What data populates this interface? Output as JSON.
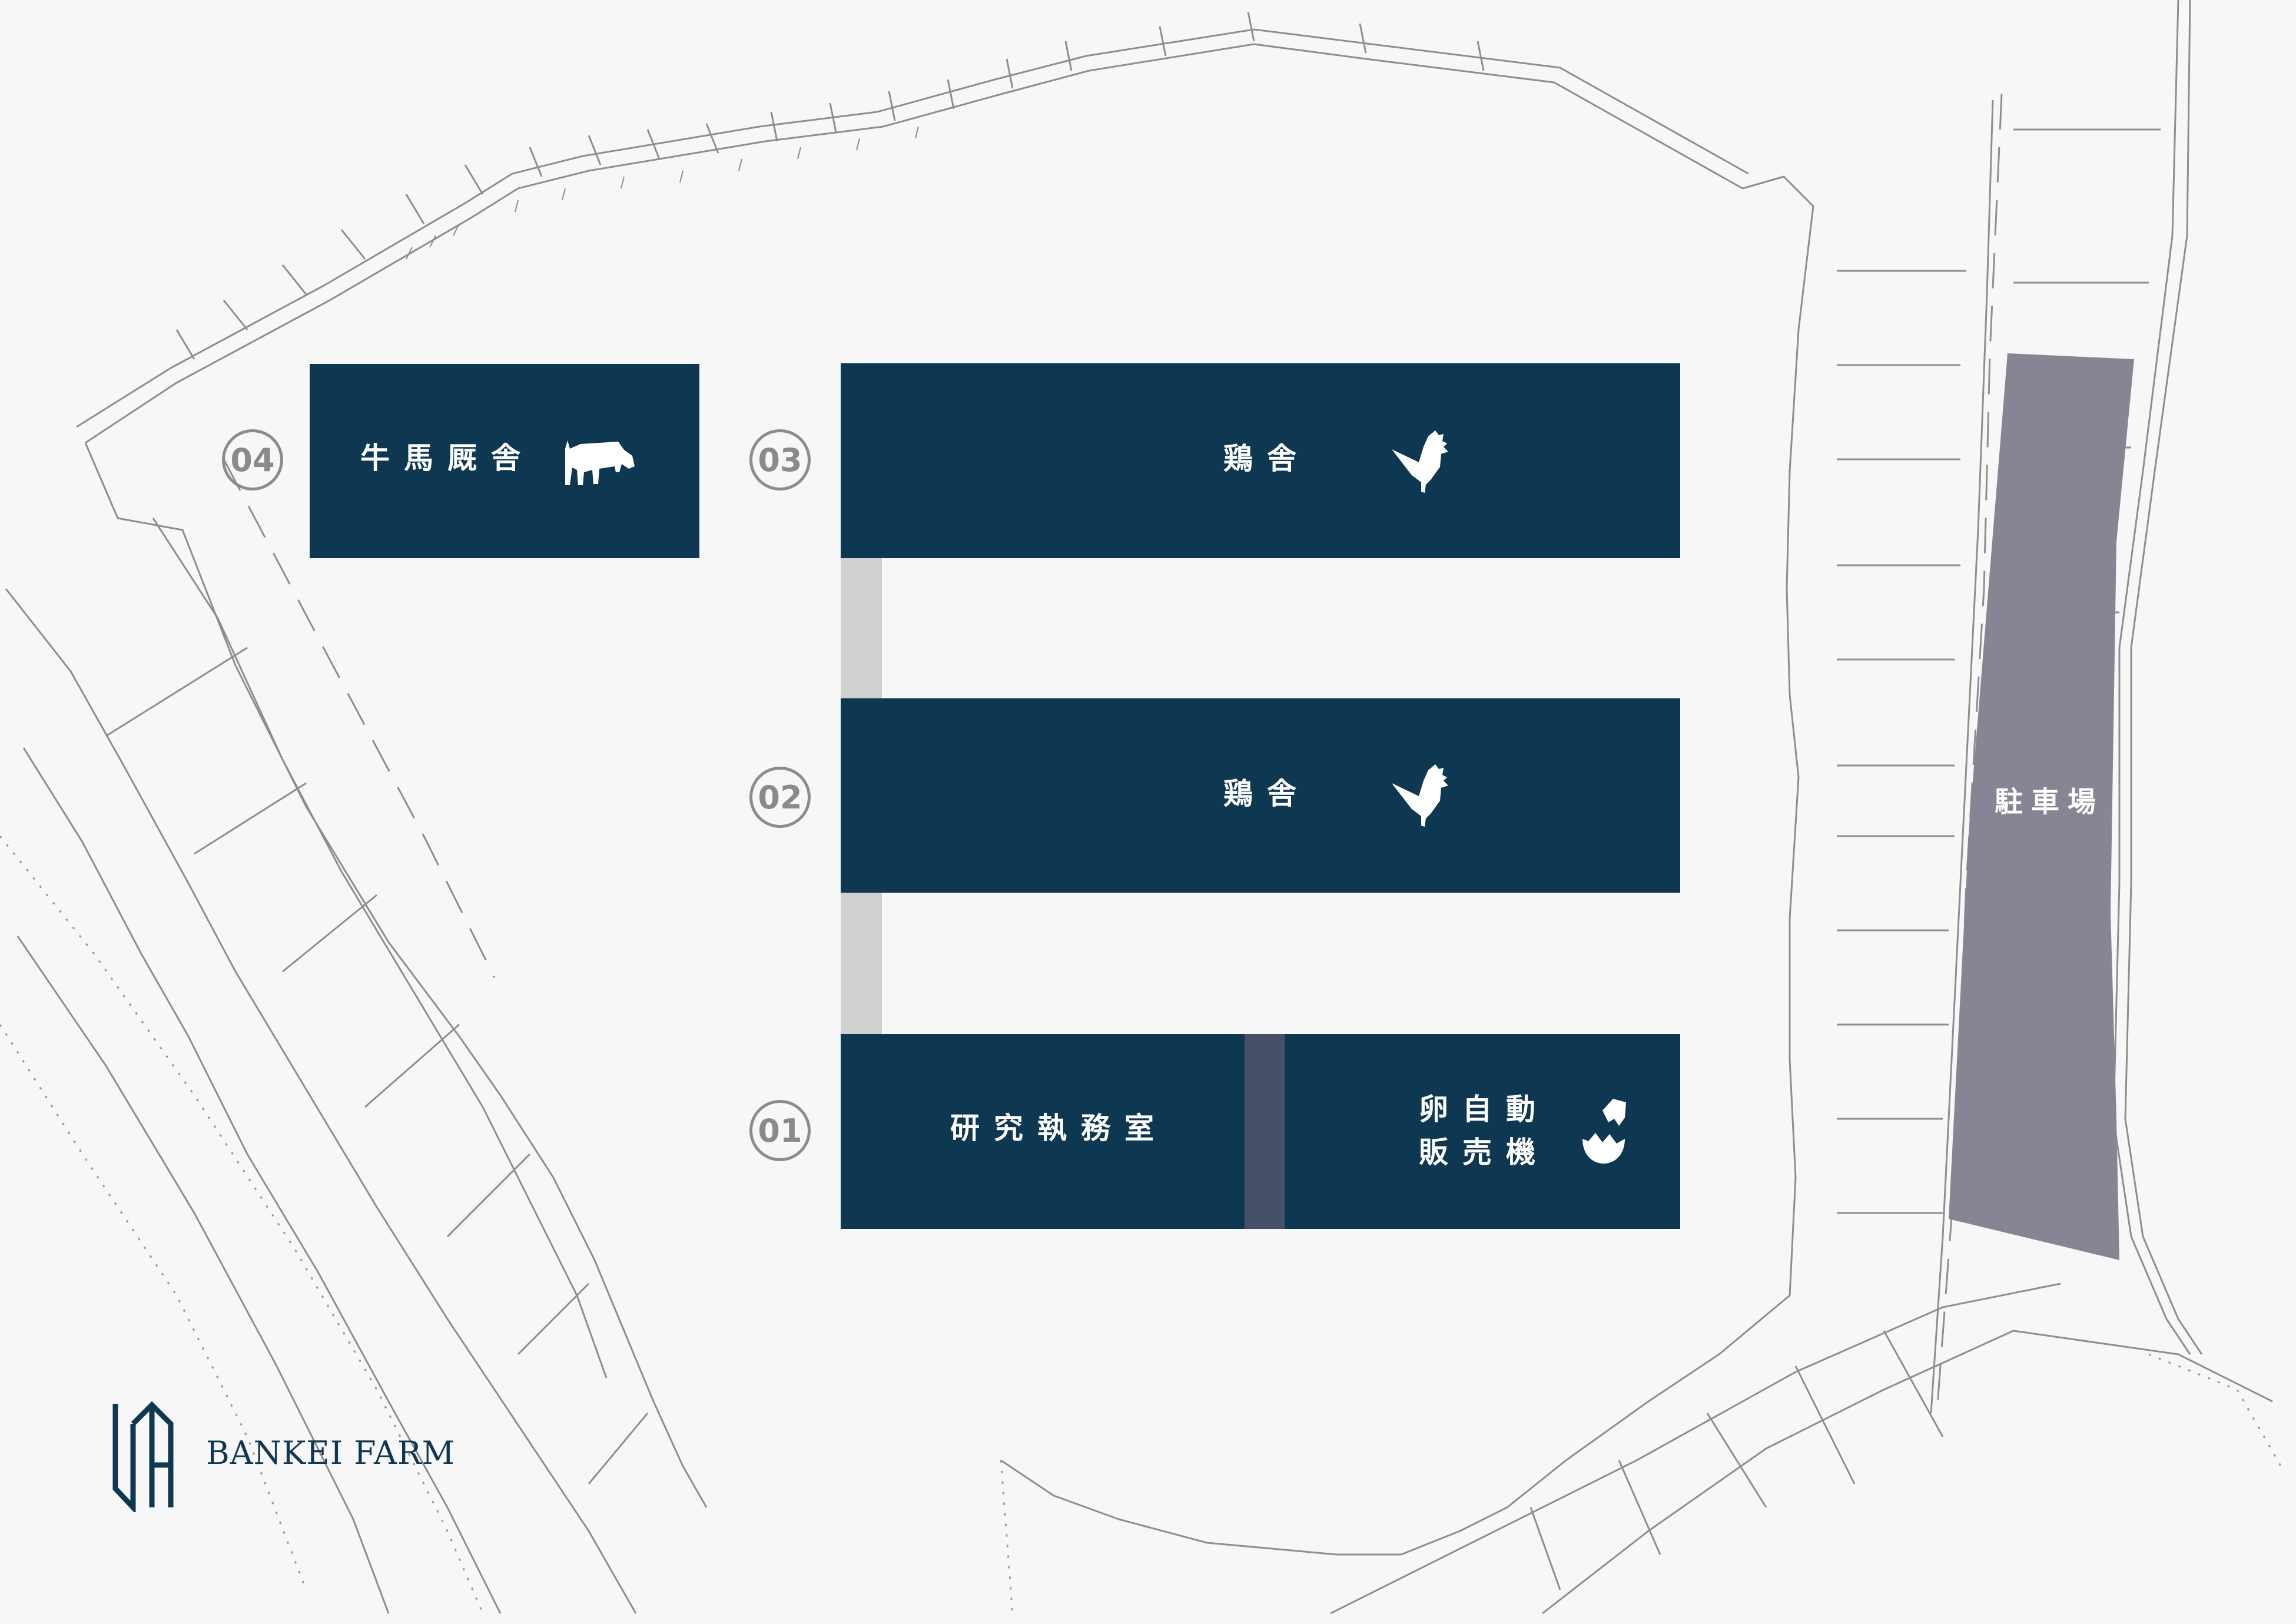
{
  "buildings": {
    "b01": {
      "number": "01",
      "office": "研究執務室",
      "vending_line1": "卵自動",
      "vending_line2": "販売機",
      "vending_icon": "egg-icon"
    },
    "b02": {
      "number": "02",
      "label": "鶏舎",
      "icon": "chicken-icon"
    },
    "b03": {
      "number": "03",
      "label": "鶏舎",
      "icon": "chicken-icon"
    },
    "b04": {
      "number": "04",
      "label": "牛馬厩舎",
      "icon": "cow-icon"
    }
  },
  "parking": {
    "label": "駐車場"
  },
  "brand": {
    "name": "BANKEI FARM",
    "logo": "bankei-farm-logo"
  },
  "colors": {
    "building": "#0e3752",
    "corridor": "#d0d0d0",
    "divider": "#475069",
    "parking": "#878594",
    "outline": "#8c8c8c",
    "background": "#f7f7f7"
  }
}
